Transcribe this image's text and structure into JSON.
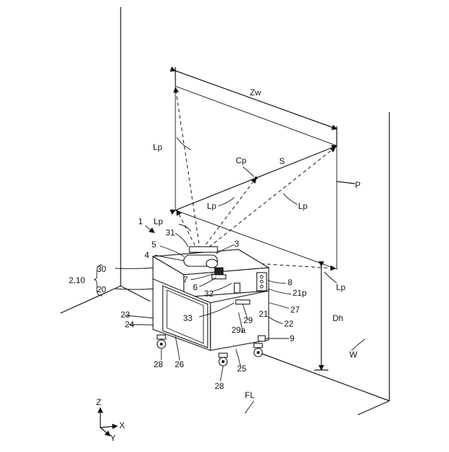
{
  "labels": {
    "zw": "Zw",
    "cp": "Cp",
    "s": "S",
    "p": "P",
    "lp": "Lp",
    "n1": "1",
    "n31": "31",
    "n5": "5",
    "n4": "4",
    "n3": "3",
    "n30": "30",
    "n2_10": "2,10",
    "n20": "20",
    "n7": "7",
    "n6": "6",
    "n32": "32",
    "n8": "8",
    "n21p": "21p",
    "n21": "21",
    "n27": "27",
    "n22": "22",
    "n29": "29",
    "n29a": "29a",
    "n33": "33",
    "n23": "23",
    "n24": "24",
    "n9": "9",
    "n28": "28",
    "n26": "26",
    "n25": "25",
    "dh": "Dh",
    "w": "W",
    "fl": "FL",
    "axis_z": "Z",
    "axis_x": "X",
    "axis_y": "Y"
  }
}
